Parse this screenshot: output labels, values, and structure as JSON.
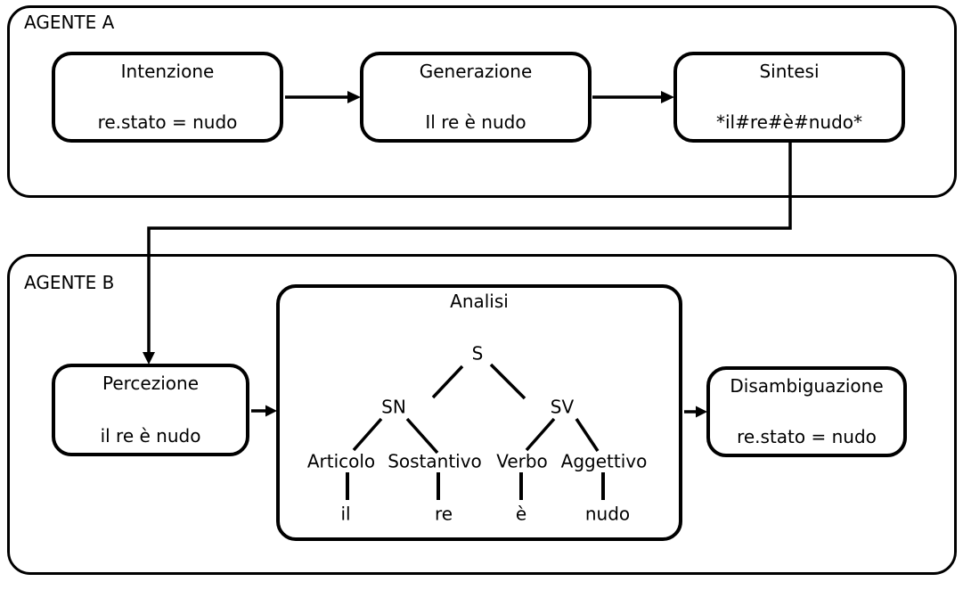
{
  "diagram": {
    "agent_a": {
      "label": "AGENTE A",
      "intenzione": {
        "title": "Intenzione",
        "value": "re.stato = nudo"
      },
      "generazione": {
        "title": "Generazione",
        "value": "Il re è nudo"
      },
      "sintesi": {
        "title": "Sintesi",
        "value": "*il#re#è#nudo*"
      }
    },
    "agent_b": {
      "label": "AGENTE B",
      "percezione": {
        "title": "Percezione",
        "value": "il re è nudo"
      },
      "analisi": {
        "title": "Analisi"
      },
      "disambiguazione": {
        "title": "Disambiguazione",
        "value": "re.stato = nudo"
      }
    },
    "parse_tree": {
      "root": "S",
      "noun_phrase": "SN",
      "verb_phrase": "SV",
      "articolo": "Articolo",
      "sostantivo": "Sostantivo",
      "verbo": "Verbo",
      "aggettivo": "Aggettivo",
      "leaf_il": "il",
      "leaf_re": "re",
      "leaf_e": "è",
      "leaf_nudo": "nudo"
    },
    "colors": {
      "line": "#000000",
      "background": "#ffffff",
      "text": "#000000"
    }
  }
}
